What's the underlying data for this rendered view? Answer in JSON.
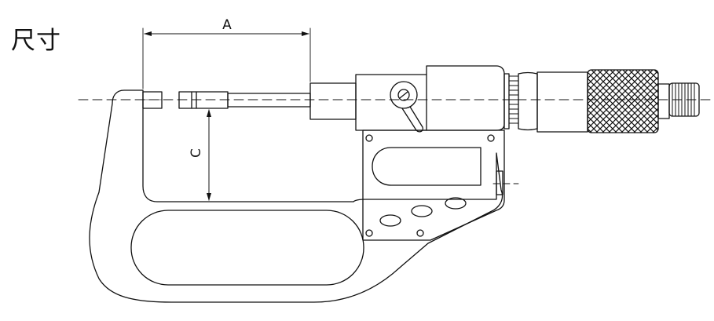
{
  "title": "尺寸",
  "dimensions": {
    "a_label": "A",
    "c_label": "C"
  }
}
